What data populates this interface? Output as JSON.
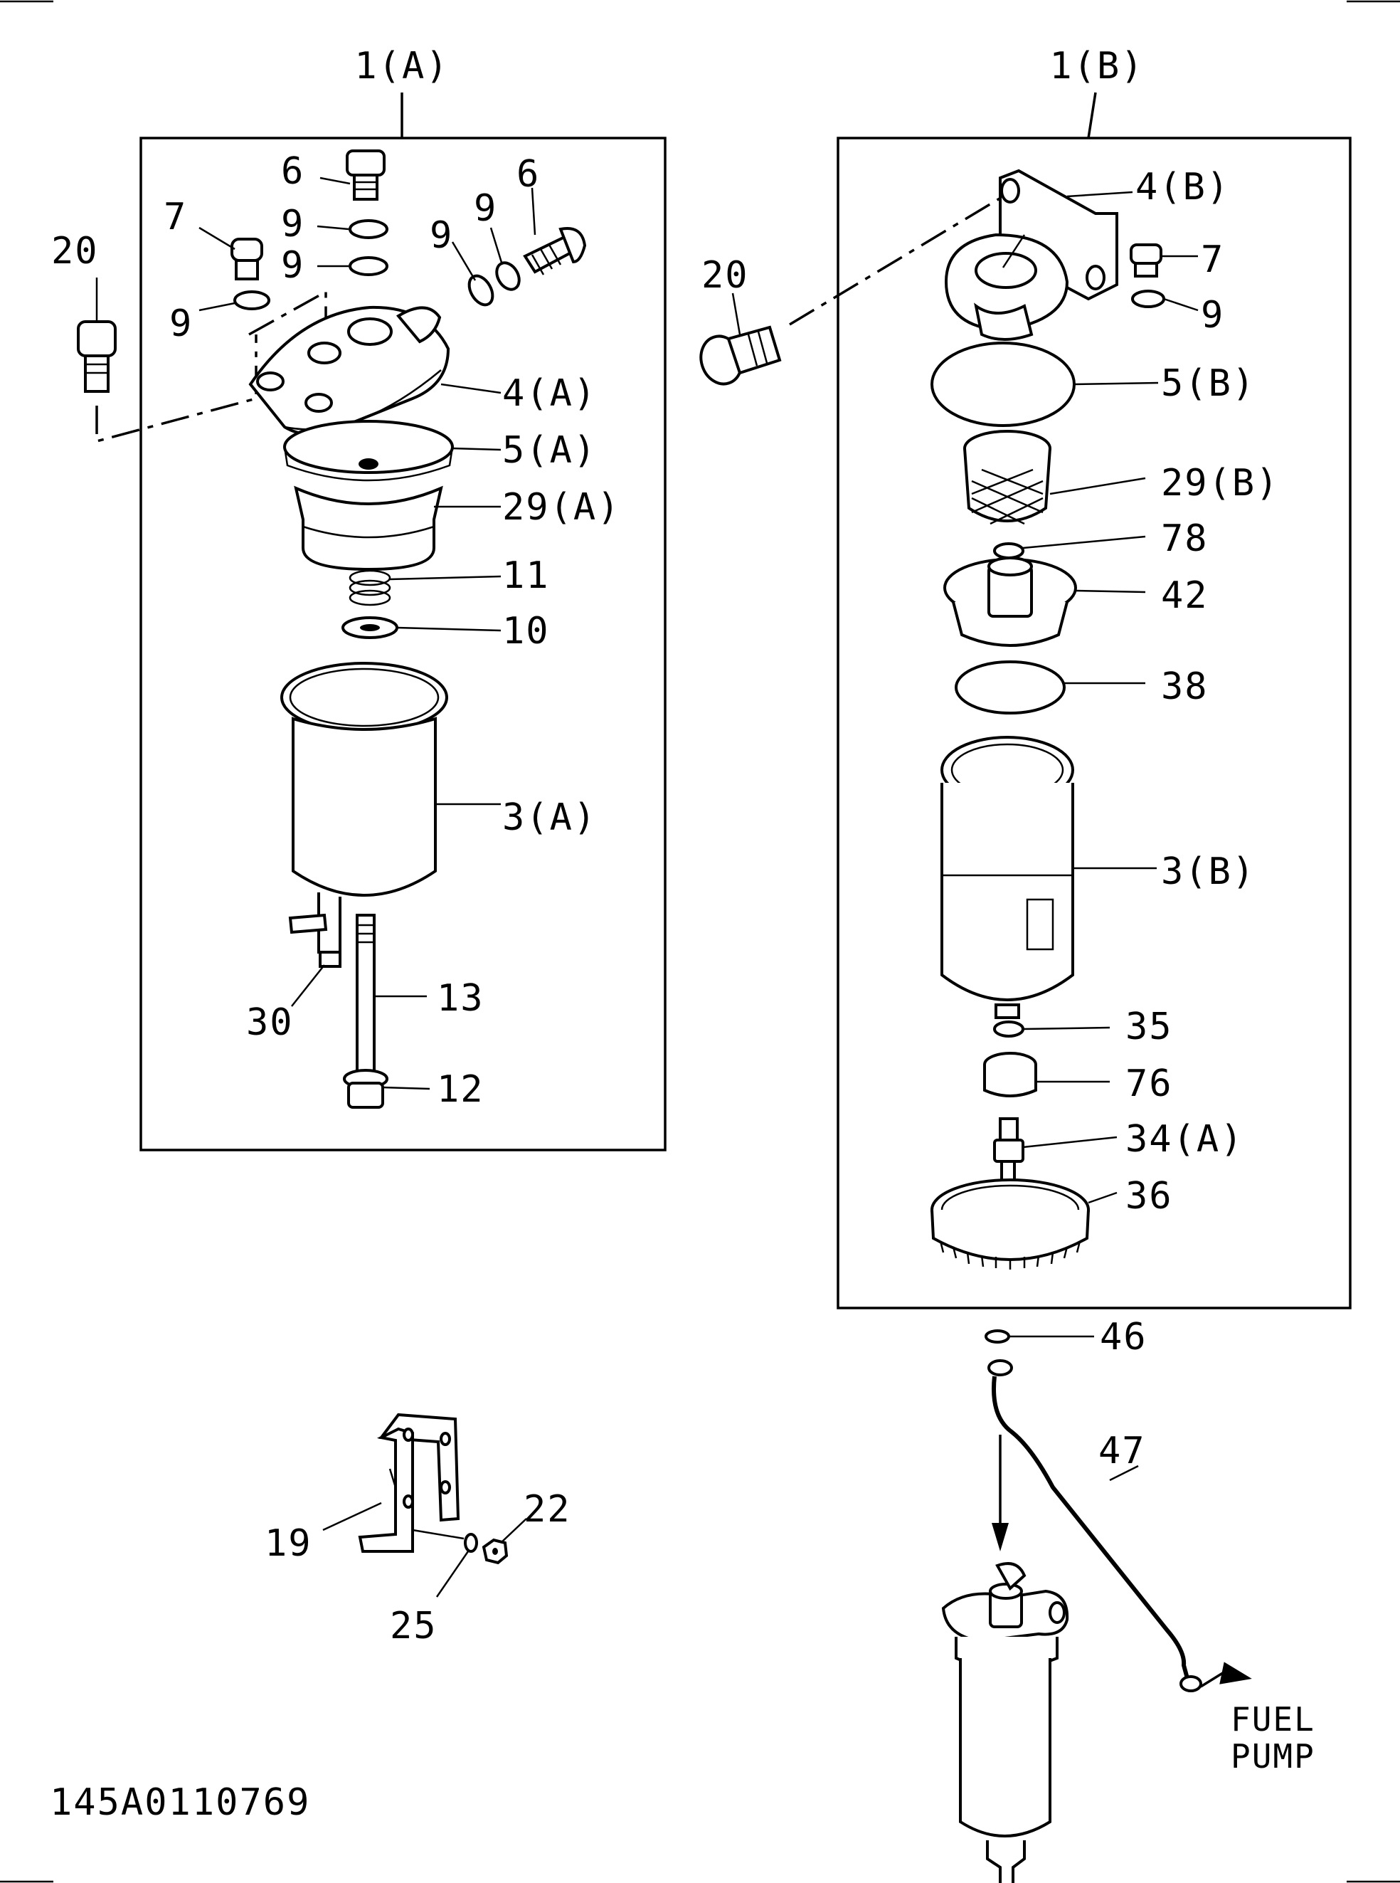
{
  "drawing_number": "145A0110769",
  "assemblies": {
    "a": {
      "label": "1(A)"
    },
    "b": {
      "label": "1(B)"
    }
  },
  "callouts": {
    "a_6_top": "6",
    "a_7": "7",
    "a_9_a": "9",
    "a_9_b": "9",
    "a_9_c": "9",
    "a_9_d": "9",
    "a_9_e": "9",
    "a_6_right": "6",
    "a_4": "4(A)",
    "a_5": "5(A)",
    "a_29": "29(A)",
    "a_11": "11",
    "a_10": "10",
    "a_3": "3(A)",
    "a_13": "13",
    "a_30": "30",
    "a_12": "12",
    "left_20": "20",
    "b_20": "20",
    "b_4": "4(B)",
    "b_7": "7",
    "b_9": "9",
    "b_5": "5(B)",
    "b_29": "29(B)",
    "b_78": "78",
    "b_42": "42",
    "b_38": "38",
    "b_3": "3(B)",
    "b_35": "35",
    "b_76": "76",
    "b_34": "34(A)",
    "b_36": "36",
    "p_46": "46",
    "p_47": "47",
    "br_19": "19",
    "br_22": "22",
    "br_25": "25"
  },
  "fuel_pump": {
    "line1": "FUEL",
    "line2": "PUMP"
  }
}
